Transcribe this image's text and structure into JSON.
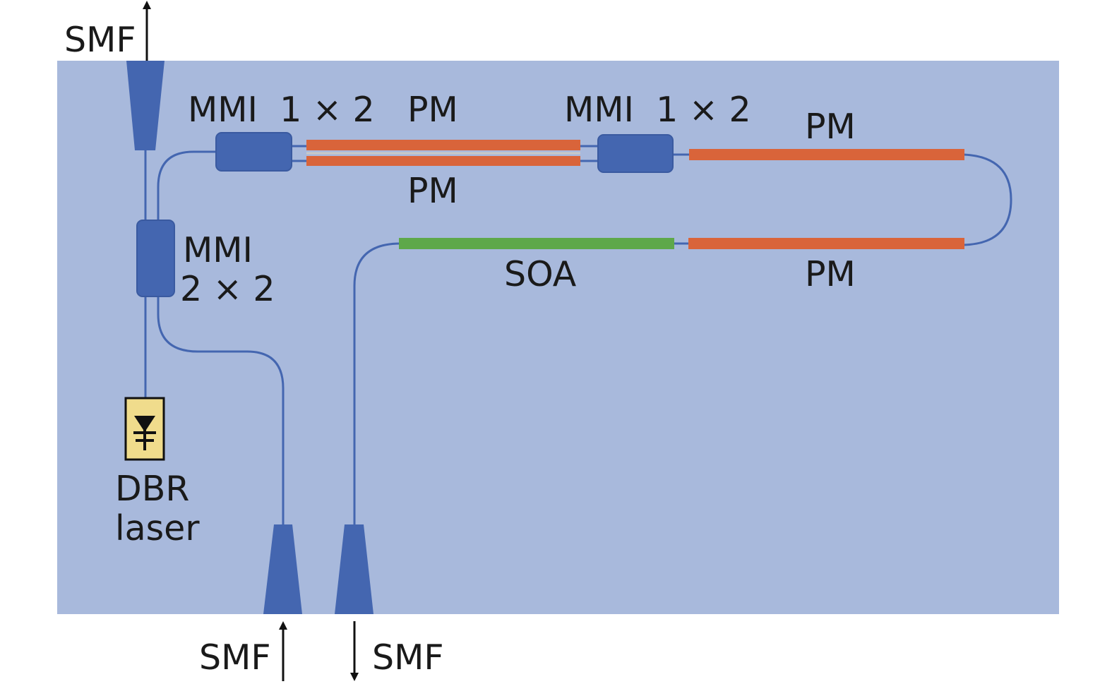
{
  "diagram": {
    "labels": {
      "smf_top": "SMF",
      "mmi_1x2_left": "MMI  1 × 2",
      "pm_upper_arm": "PM",
      "pm_lower_arm": "PM",
      "mmi_1x2_right": "MMI  1 × 2",
      "pm_top_right": "PM",
      "mmi_2x2_line1": "MMI",
      "mmi_2x2_line2": "2 × 2",
      "soa": "SOA",
      "pm_bottom_right": "PM",
      "dbr_line1": "DBR",
      "dbr_line2": "laser",
      "smf_in": "SMF",
      "smf_out": "SMF"
    },
    "colors": {
      "chip": "#a8b9dc",
      "waveguide": "#4466b0",
      "component": "#4466b0",
      "phase_modulator": "#d9643a",
      "soa": "#5ea84a",
      "laser_fill": "#f0dc8c",
      "arrow": "#111111"
    },
    "icons": {
      "laser": "diode-icon"
    }
  }
}
